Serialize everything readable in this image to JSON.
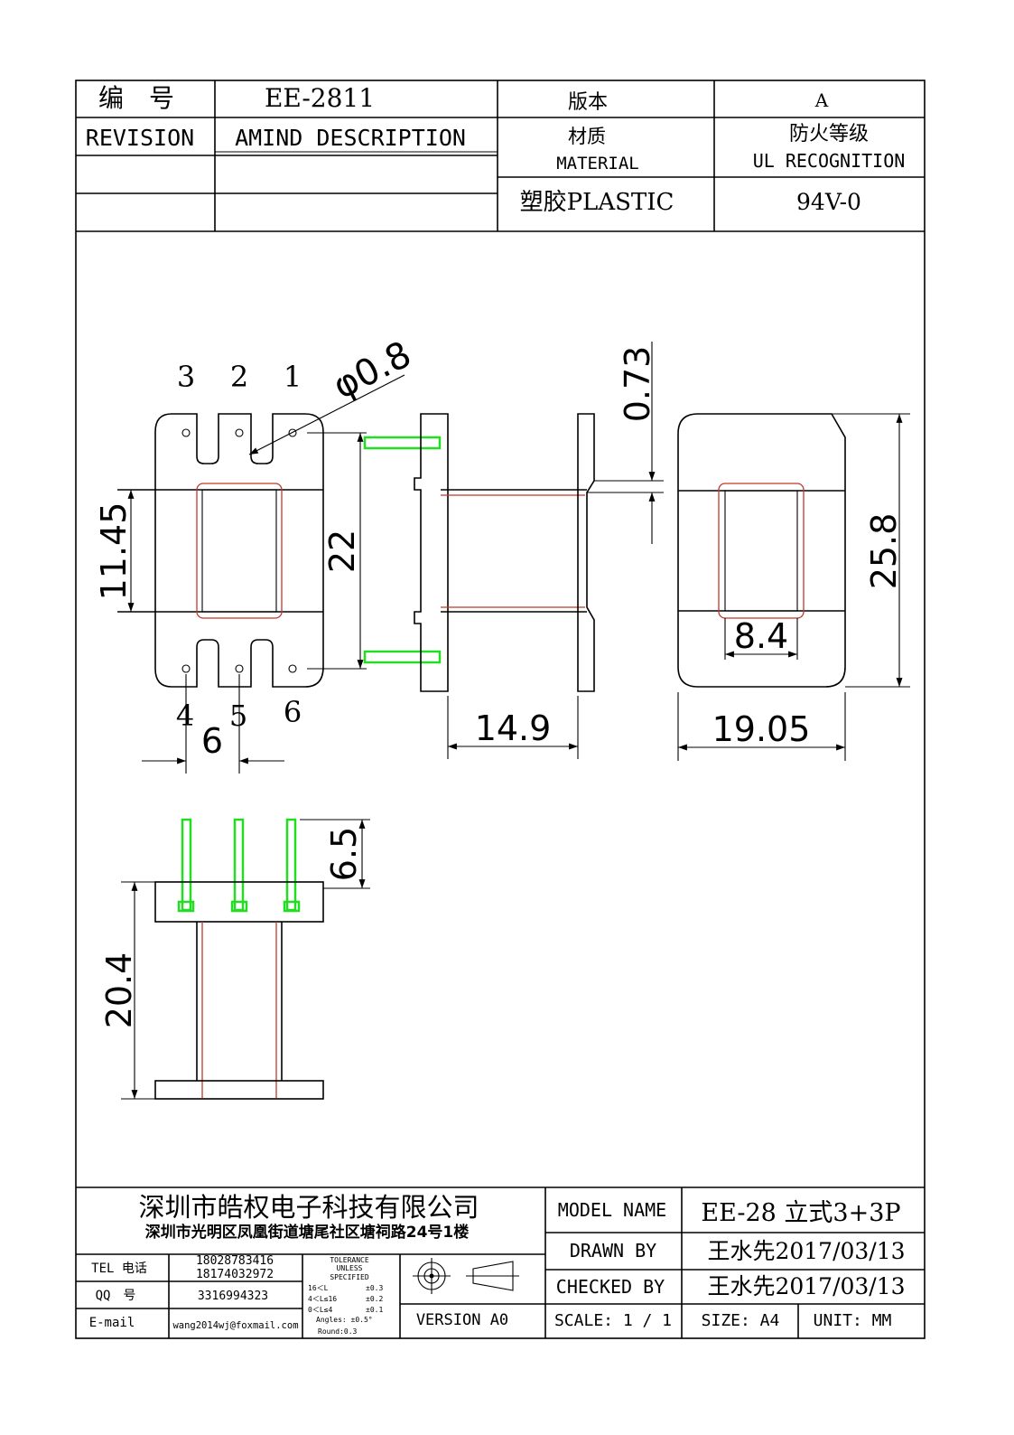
{
  "header": {
    "number_label": "编　号",
    "number_value": "EE-2811",
    "version_label": "版本",
    "version_value": "A",
    "revision_label": "REVISION",
    "amind_label": "AMIND DESCRIPTION",
    "material_label_cn": "材质",
    "material_label_en": "MATERIAL",
    "fire_label_cn": "防火等级",
    "fire_label_en": "UL RECOGNITION",
    "material_value": "塑胶PLASTIC",
    "fire_value": "94V-0"
  },
  "drawing": {
    "pins_top": [
      "3",
      "2",
      "1"
    ],
    "pins_bottom": [
      "4",
      "5",
      "6"
    ],
    "dims": {
      "hole_dia": "φ0.8",
      "window_height": "11.45",
      "pin_span": "22",
      "pin_pitch": "6",
      "flange_thickness": "0.73",
      "length": "14.9",
      "width": "19.05",
      "height": "25.8",
      "core_width": "8.4",
      "pin_length": "6.5",
      "total_height": "20.4"
    }
  },
  "footer": {
    "company_name": "深圳市皓权电子科技有限公司",
    "company_address": "深圳市光明区凤凰街道塘尾社区塘祠路24号1楼",
    "tel_label": "TEL 电话",
    "tel_1": "18028783416",
    "tel_2": "18174032972",
    "qq_label": "QQ　号",
    "qq_value": "3316994323",
    "email_label": "E-mail",
    "email_value": "wang2014wj@foxmail.com",
    "tolerance": {
      "l1": "TOLERANCE",
      "l2": "UNLESS",
      "l3": "SPECIFIED",
      "r1a": "16＜L",
      "r1b": "±0.3",
      "r2a": "4＜L≤16",
      "r2b": "±0.2",
      "r3a": "0＜L≤4",
      "r3b": "±0.1",
      "r4": "Angles: ±0.5°",
      "r5": "Round:0.3"
    },
    "version": "VERSION A0",
    "model_label": "MODEL NAME",
    "model_value": "EE-28 立式3+3P",
    "drawn_label": "DRAWN BY",
    "drawn_value": "王水先2017/03/13",
    "checked_label": "CHECKED BY",
    "checked_value": "王水先2017/03/13",
    "scale": "SCALE: 1 / 1",
    "size": "SIZE: A4",
    "unit": "UNIT: MM"
  }
}
